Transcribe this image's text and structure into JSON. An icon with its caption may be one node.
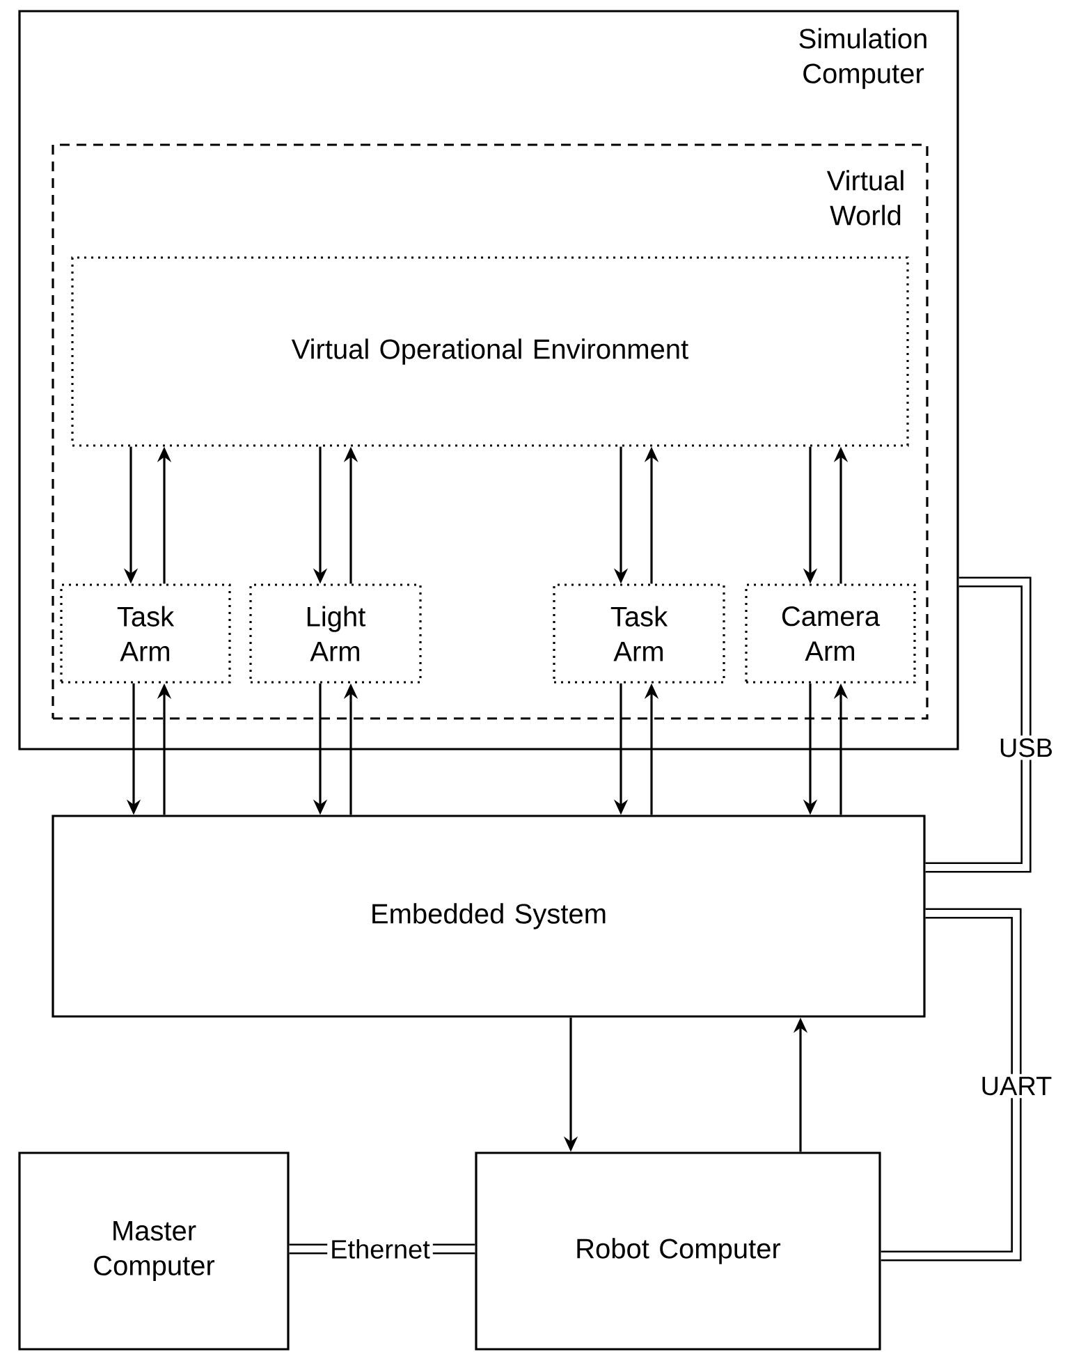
{
  "diagram": {
    "nodes": [
      {
        "text": [
          "Simulation Computer"
        ]
      },
      {
        "text": [
          "Virtual World"
        ],
        "in": 0
      },
      {
        "text": [
          "Virtual Operational Environment"
        ],
        "in": 1
      },
      {
        "text": [
          "Task Arm"
        ],
        "in": 1
      },
      {
        "text": [
          "Light Arm"
        ],
        "in": 1
      },
      {
        "text": [
          "Task Arm"
        ],
        "in": 1
      },
      {
        "text": [
          "Camera Arm"
        ],
        "in": 1
      },
      {
        "text": [
          "Embedded System"
        ]
      },
      {
        "text": [
          "Master Computer"
        ]
      },
      {
        "text": [
          "Robot Computer"
        ]
      }
    ],
    "edges": [
      {
        "from": 2,
        "to": 3,
        "arrow": "to"
      },
      {
        "from": 3,
        "to": 2,
        "arrow": "to"
      },
      {
        "from": 2,
        "to": 4,
        "arrow": "to"
      },
      {
        "from": 4,
        "to": 2,
        "arrow": "to"
      },
      {
        "from": 2,
        "to": 5,
        "arrow": "to"
      },
      {
        "from": 5,
        "to": 2,
        "arrow": "to"
      },
      {
        "from": 2,
        "to": 6,
        "arrow": "to"
      },
      {
        "from": 6,
        "to": 2,
        "arrow": "to"
      },
      {
        "from": 3,
        "to": 7,
        "arrow": "to"
      },
      {
        "from": 7,
        "to": 3,
        "arrow": "to"
      },
      {
        "from": 4,
        "to": 7,
        "arrow": "to"
      },
      {
        "from": 7,
        "to": 4,
        "arrow": "to"
      },
      {
        "from": 5,
        "to": 7,
        "arrow": "to"
      },
      {
        "from": 7,
        "to": 5,
        "arrow": "to"
      },
      {
        "from": 6,
        "to": 7,
        "arrow": "to"
      },
      {
        "from": 7,
        "to": 6,
        "arrow": "to"
      },
      {
        "from": 7,
        "to": 9,
        "arrow": "to"
      },
      {
        "from": 9,
        "to": 7,
        "arrow": "to"
      },
      {
        "from": 0,
        "to": 7,
        "arrow": "none",
        "label": "USB",
        "style": "thick"
      },
      {
        "from": 7,
        "to": 9,
        "arrow": "none",
        "label": "UART",
        "style": "thick"
      },
      {
        "from": 8,
        "to": 9,
        "arrow": "none",
        "label": "Ethernet",
        "style": "thick"
      }
    ]
  }
}
